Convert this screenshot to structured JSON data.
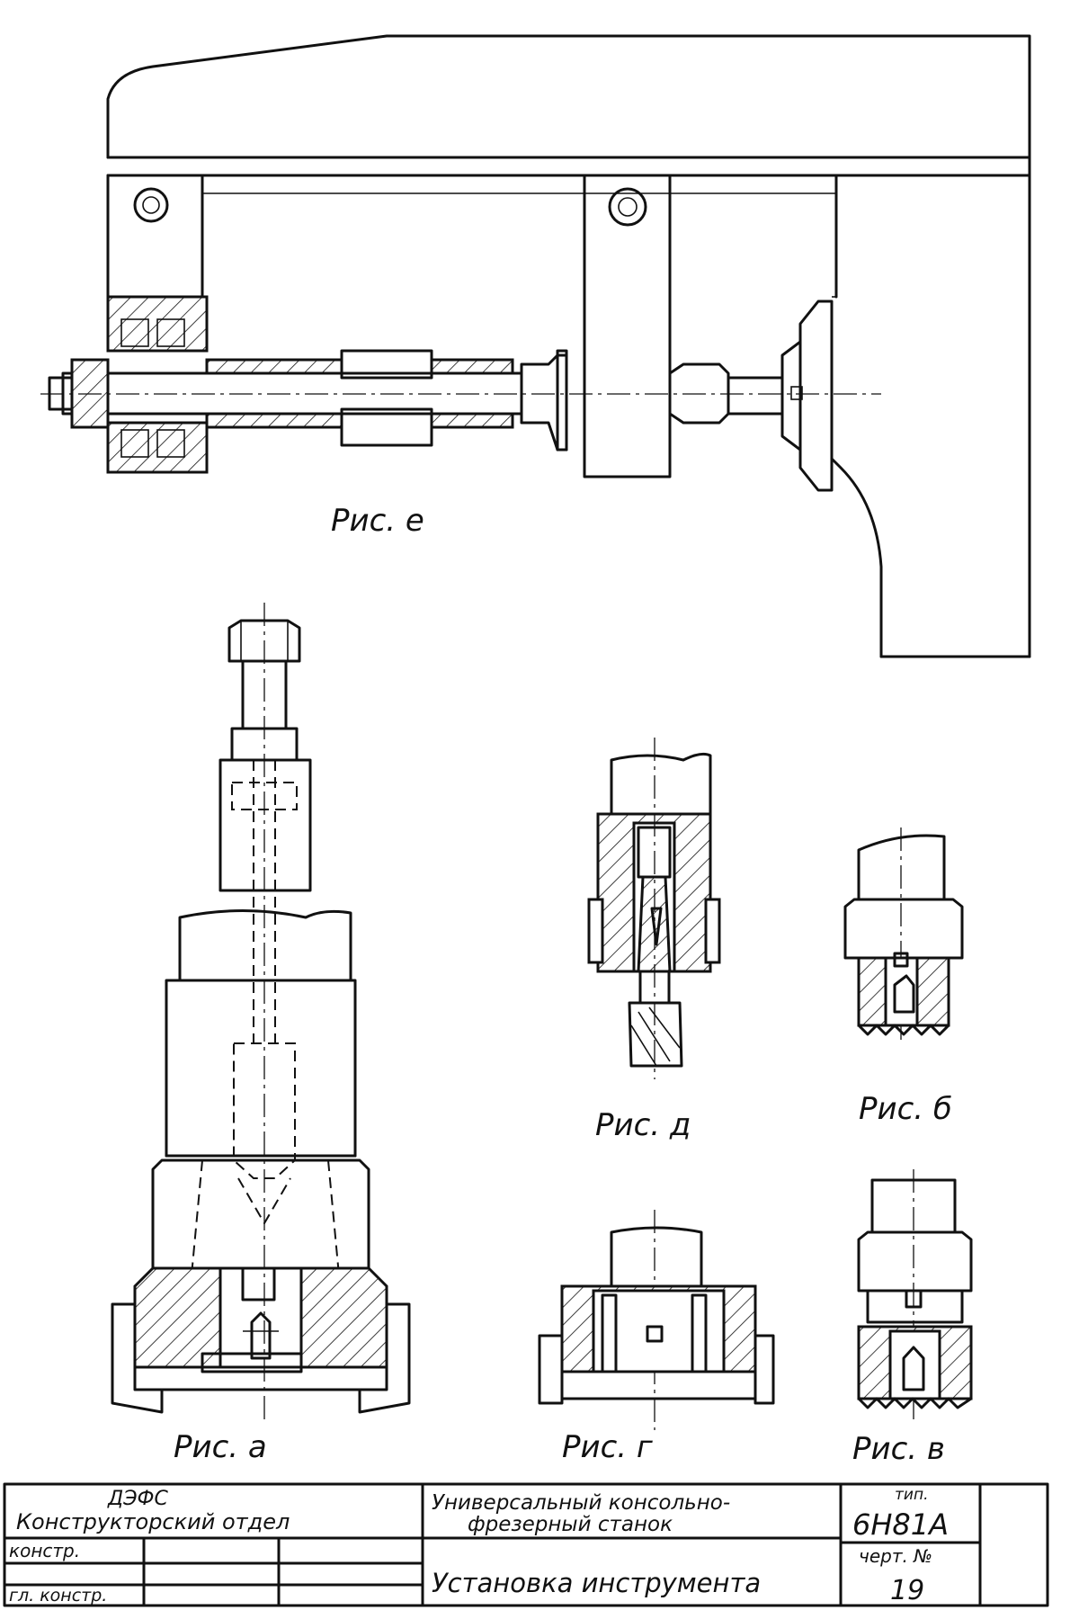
{
  "figures": {
    "fig_e": "Рис. е",
    "fig_a": "Рис. а",
    "fig_b": "Рис. б",
    "fig_v": "Рис. в",
    "fig_g": "Рис. г",
    "fig_d": "Рис. д"
  },
  "title_block": {
    "org": "ДЭФС",
    "department": "Конструкторский отдел",
    "role_designer": "констр.",
    "role_chief": "гл. констр.",
    "machine_line1": "Универсальный консольно-",
    "machine_line2": "фрезерный станок",
    "subject": "Установка инструмента",
    "type_label": "тип.",
    "type_value": "6Н81А",
    "sheet_label": "черт. №",
    "sheet_value": "19"
  }
}
